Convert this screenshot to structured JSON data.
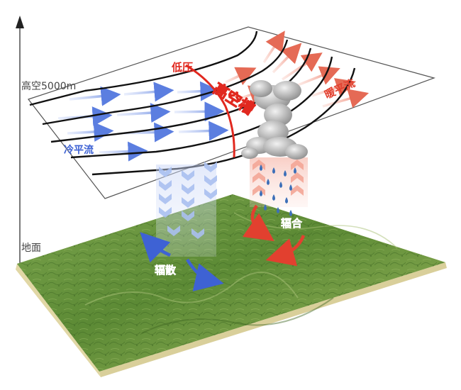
{
  "diagram": {
    "axis": {
      "high_level_label": "高空5000m",
      "ground_label": "地面"
    },
    "upper_level": {
      "low_pressure_label": "低压",
      "trough_label": "高空槽",
      "cold_advection_label": "冷平流",
      "warm_advection_label": "暖平流"
    },
    "surface": {
      "divergence_label": "辐散",
      "convergence_label": "辐合"
    },
    "colors": {
      "cold": "#4a6fd6",
      "cold_light": "#a9bdf2",
      "warm": "#e2402f",
      "warm_light": "#f6b2a6",
      "trough": "#e1281f",
      "contour": "#111111",
      "terrain": "#5f8f3b",
      "terrain_edge": "#e6dfb5",
      "rain": "#3d6fb8"
    },
    "icons": [
      "vertical-axis-arrow",
      "cloud-icon",
      "rain-drop-icon",
      "down-chevron-icon",
      "up-chevron-icon",
      "curved-arrow-icon"
    ]
  }
}
